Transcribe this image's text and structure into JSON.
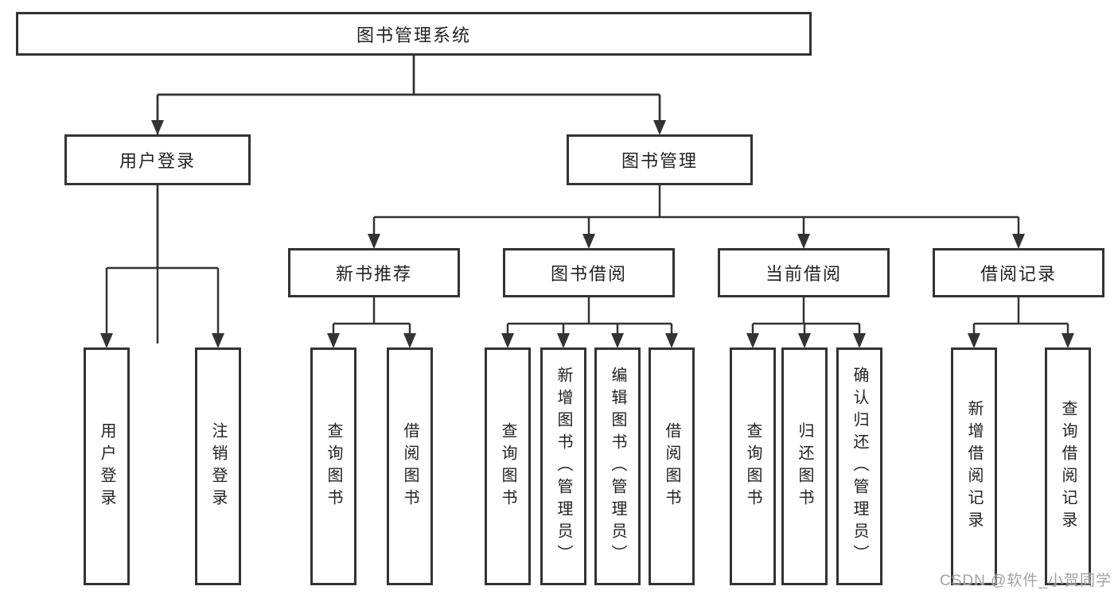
{
  "watermark": "CSDN @软件_小贺同学",
  "colors": {
    "line": "#333333",
    "box_border": "#333333",
    "text": "#222222",
    "background": "#ffffff",
    "watermark": "#9a9a9a"
  },
  "tree": {
    "root": {
      "label": "图书管理系统",
      "children": [
        {
          "label": "用户登录",
          "children": [
            {
              "label": "用户登录"
            },
            {
              "label": "注销登录"
            }
          ]
        },
        {
          "label": "图书管理",
          "children": [
            {
              "label": "新书推荐",
              "children": [
                {
                  "label": "查询图书"
                },
                {
                  "label": "借阅图书"
                }
              ]
            },
            {
              "label": "图书借阅",
              "children": [
                {
                  "label": "查询图书"
                },
                {
                  "label": "新增图书（管理员）"
                },
                {
                  "label": "编辑图书（管理员）"
                },
                {
                  "label": "借阅图书"
                }
              ]
            },
            {
              "label": "当前借阅",
              "children": [
                {
                  "label": "查询图书"
                },
                {
                  "label": "归还图书"
                },
                {
                  "label": "确认归还（管理员）"
                }
              ]
            },
            {
              "label": "借阅记录",
              "children": [
                {
                  "label": "新增借阅记录"
                },
                {
                  "label": "查询借阅记录"
                }
              ]
            }
          ]
        }
      ]
    }
  }
}
